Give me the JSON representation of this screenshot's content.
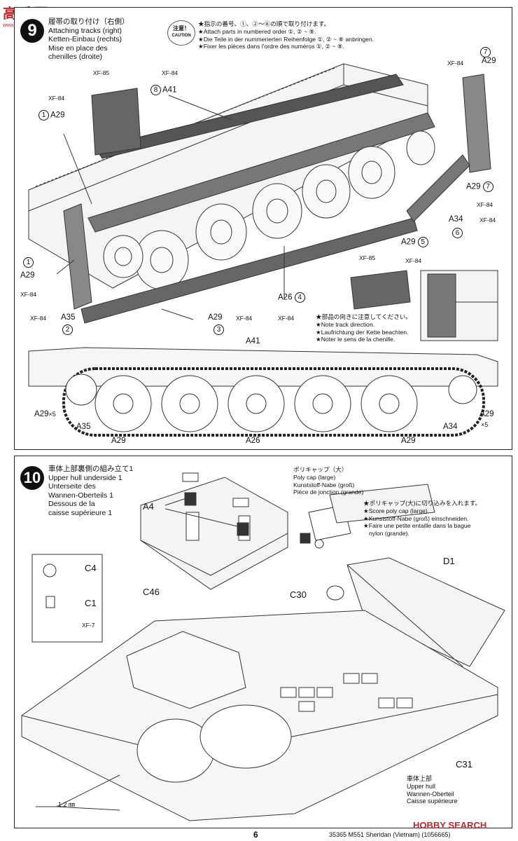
{
  "watermark_top": "www.hobbyseek.com",
  "step9": {
    "number": "9",
    "title": [
      "履帯の取り付け（右側）",
      "Attaching tracks (right)",
      "Ketten-Einbau (rechts)",
      "Mise en place des",
      "chenilles (droite)"
    ],
    "caution_label": [
      "注意！",
      "CAUTION"
    ],
    "caution_lines": [
      "★指示の番号、①、②～⑧の順で取り付けます。",
      "★Attach parts in numbered order ①, ② ~ ⑧.",
      "★Die Teile in der nummerierten Reihenfolge ①, ② ~ ⑧ anbringen.",
      "★Fixer les pièces dans l'ordre des numéros ①, ② ~ ⑧."
    ],
    "labels": {
      "xf85_a": "XF-85",
      "xf84_a": "XF-84",
      "n8": "8",
      "a41_top": "A41",
      "xf84_b": "XF-84",
      "n1_top": "1",
      "a29_left": "A29",
      "xf84_c": "XF-84",
      "n7_top": "7",
      "a29_topright": "A29",
      "a29_r": "A29",
      "n7_r": "7",
      "xf84_r": "XF-84",
      "a34": "A34",
      "xf84_a34": "XF-84",
      "n6": "6",
      "a29_5": "A29",
      "n5": "5",
      "xf84_5": "XF-84",
      "n1_left": "1",
      "a29_left2": "A29",
      "xf84_left2": "XF-84",
      "xf85_b": "XF-85",
      "a26": "A26",
      "n4": "4",
      "xf84_a26": "XF-84",
      "xf84_a35": "XF-84",
      "a35": "A35",
      "n2": "2",
      "a29_3": "A29",
      "xf84_3": "XF-84",
      "n3": "3"
    },
    "note_lines": [
      "★部品の向きに注意してください。",
      "★Note track direction.",
      "★Laufrichtung der Kette beachten.",
      "★Noter le sens de la chenille."
    ],
    "side": {
      "a41": "A41",
      "a29x5_left": "A29",
      "x5_left": "×5",
      "a35": "A35",
      "a29_bl": "A29",
      "a26": "A26",
      "a29_br": "A29",
      "a34": "A34",
      "a29_right": "A29",
      "x5_right": "×5"
    }
  },
  "step10": {
    "number": "10",
    "title": [
      "車体上部裏側の組み立て1",
      "Upper hull underside 1",
      "Unterseite des",
      "Wannen-Oberteils 1",
      "Dessous de la",
      "caisse supérieure 1"
    ],
    "polycap": [
      "ポリキャップ（大）",
      "Poly cap (large)",
      "Kunststoff-Nabe (groß)",
      "Pièce de jonction (grande)"
    ],
    "polycap_note": [
      "★ポリキャップ(大)に切り込みを入れます。",
      "★Score poly cap (large).",
      "★Kunststoff-Nabe (groß) einschneiden.",
      "★Faire une petite entaille dans la bague",
      "nylon (grande)."
    ],
    "labels": {
      "a4": "A4",
      "c46": "C46",
      "c4": "C4",
      "c1": "C1",
      "xf7": "XF-7",
      "d1": "D1",
      "c30": "C30",
      "c31": "C31",
      "drill": "1.2 ㎜"
    },
    "hull": [
      "車体上部",
      "Upper hull",
      "Wannen-Oberteil",
      "Caisse supérieure"
    ]
  },
  "footer": {
    "page": "6",
    "code": "35365  M551 Sheridan (Vietnam) (1056665)",
    "watermark": "HOBBY SEARCH"
  }
}
